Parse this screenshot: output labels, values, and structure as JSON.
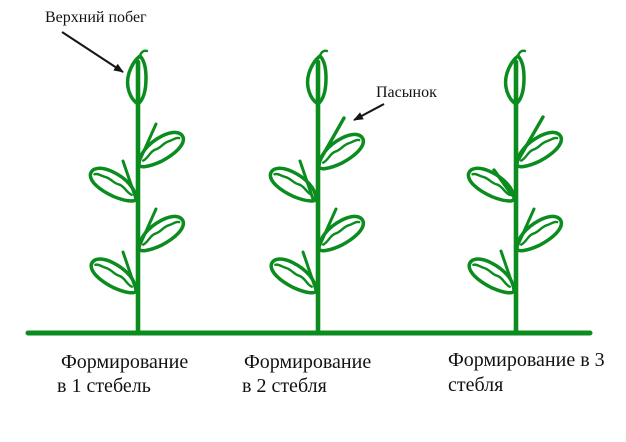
{
  "colors": {
    "plant_green": "#0a8c1e",
    "removal_red": "#dd1111",
    "text": "#121212",
    "background": "#ffffff"
  },
  "labels": {
    "top_shoot": "Верхний побег",
    "sucker": "Пасынок"
  },
  "plants": [
    {
      "caption_line1": "Формирование",
      "caption_line2": "в 1 стебель",
      "stems_formed": 1,
      "suckers_kept": 0,
      "suckers_removed": 4
    },
    {
      "caption_line1": "Формирование",
      "caption_line2": "в 2 стебля",
      "stems_formed": 2,
      "suckers_kept": 1,
      "suckers_removed": 3
    },
    {
      "caption_line1": "Формирование в 3",
      "caption_line2": "стебля",
      "stems_formed": 3,
      "suckers_kept": 2,
      "suckers_removed": 2
    }
  ]
}
